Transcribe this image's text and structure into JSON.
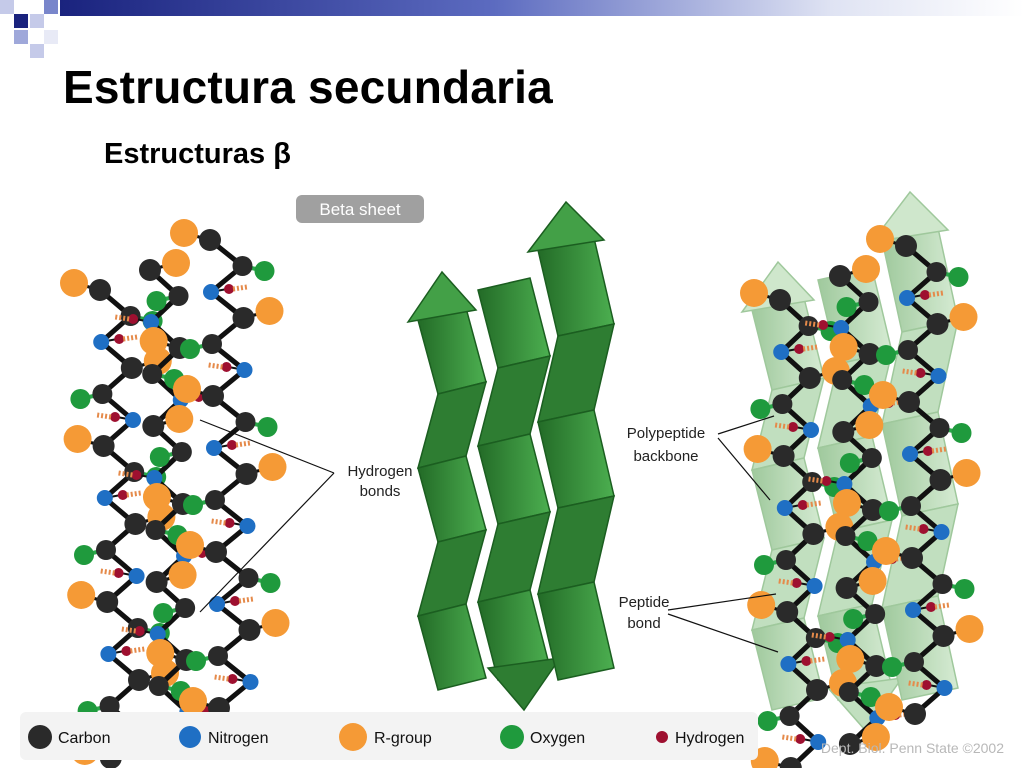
{
  "slide": {
    "title": "Estructura secundaria",
    "subtitle": "Estructuras β"
  },
  "figure": {
    "badge": "Beta sheet",
    "labels": {
      "hydrogen_bonds": [
        "Hydrogen",
        "bonds"
      ],
      "polypeptide_backbone": [
        "Polypeptide",
        "backbone"
      ],
      "peptide_bond": [
        "Peptide",
        "bond"
      ]
    },
    "legend": [
      {
        "label": "Carbon",
        "color": "#2a2a2a"
      },
      {
        "label": "Nitrogen",
        "color": "#1f6fc4"
      },
      {
        "label": "R-group",
        "color": "#f59a36"
      },
      {
        "label": "Oxygen",
        "color": "#1f9a3d"
      },
      {
        "label": "Hydrogen",
        "color": "#9e1030"
      }
    ],
    "credit": "Dept. Biol. Penn State ©2002",
    "colors": {
      "arrow_dark": "#2f7d32",
      "arrow_mid": "#3e9a44",
      "arrow_light": "#a9d3a6",
      "header_blue": "#1a237e"
    }
  }
}
